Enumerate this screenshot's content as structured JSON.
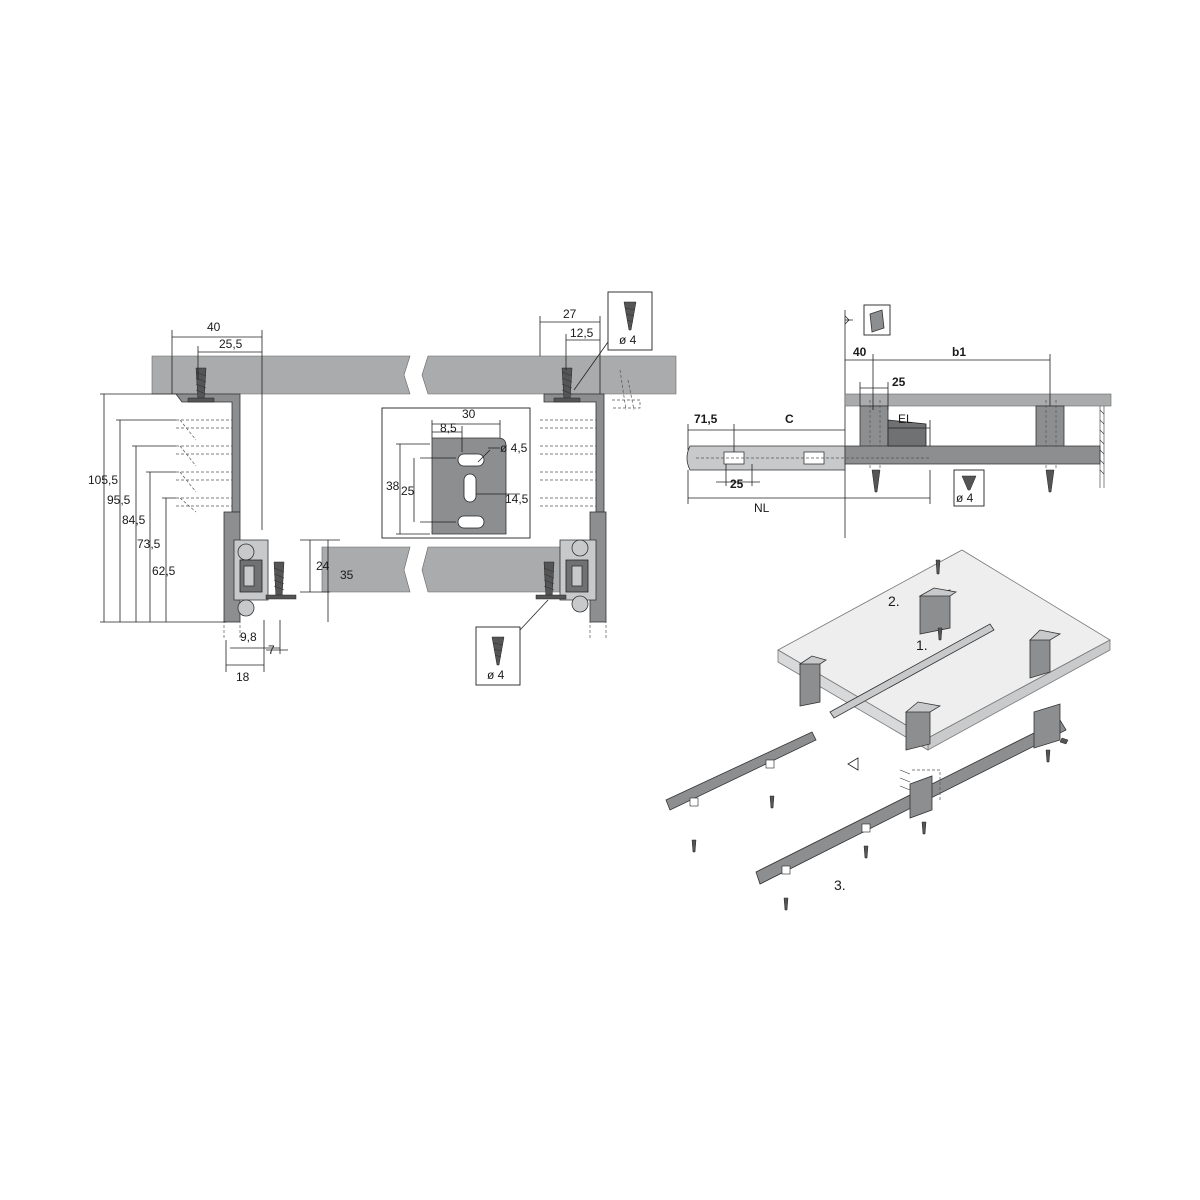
{
  "front_view": {
    "dims_top_left": {
      "d40": "40",
      "d25_5": "25,5"
    },
    "dims_heights": {
      "h105_5": "105,5",
      "h95_5": "95,5",
      "h84_5": "84,5",
      "h73_5": "73,5",
      "h62_5": "62,5"
    },
    "dims_rail": {
      "d24": "24",
      "d35": "35",
      "d9_8": "9,8",
      "d7": "7",
      "d18": "18"
    },
    "dims_top_right": {
      "d27": "27",
      "d12_5": "12,5"
    },
    "screw_label_top": "ø 4",
    "screw_label_bottom": "ø 4"
  },
  "bracket_detail": {
    "d30": "30",
    "d8_5": "8,5",
    "d4_5": "ø 4,5",
    "d38": "38",
    "d25": "25",
    "d14_5": "14,5"
  },
  "side_view": {
    "d40": "40",
    "b1": "b1",
    "d25_top": "25",
    "d71_5": "71,5",
    "c": "C",
    "el": "EL",
    "d25_bottom": "25",
    "nl": "NL",
    "screw_label": "ø 4"
  },
  "assembly": {
    "step1": "1.",
    "step2": "2.",
    "step3": "3."
  }
}
